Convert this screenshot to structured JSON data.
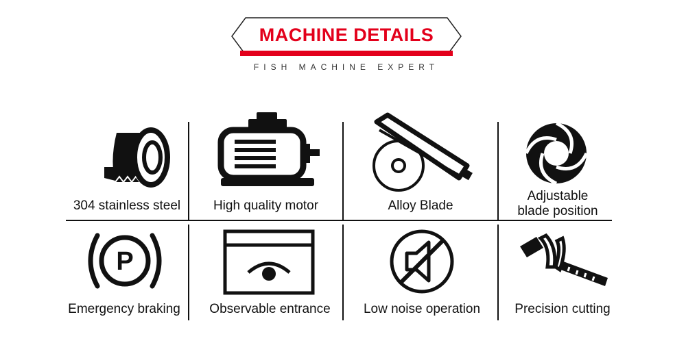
{
  "header": {
    "title": "MACHINE DETAILS",
    "subtitle": "FISH MACHINE EXPERT"
  },
  "features": [
    {
      "label": "304 stainless steel",
      "icon": "steel-coil-icon"
    },
    {
      "label": "High quality motor",
      "icon": "motor-icon"
    },
    {
      "label": "Alloy Blade",
      "icon": "saw-blade-icon"
    },
    {
      "label": "Adjustable blade position",
      "icon": "spiral-blade-icon"
    },
    {
      "label": "Emergency braking",
      "icon": "parking-brake-icon"
    },
    {
      "label": "Observable entrance",
      "icon": "eye-window-icon"
    },
    {
      "label": "Low noise operation",
      "icon": "mute-icon"
    },
    {
      "label": "Precision cutting",
      "icon": "cutting-tool-icon"
    }
  ],
  "colors": {
    "accent": "#e3001b",
    "ink": "#111111"
  }
}
